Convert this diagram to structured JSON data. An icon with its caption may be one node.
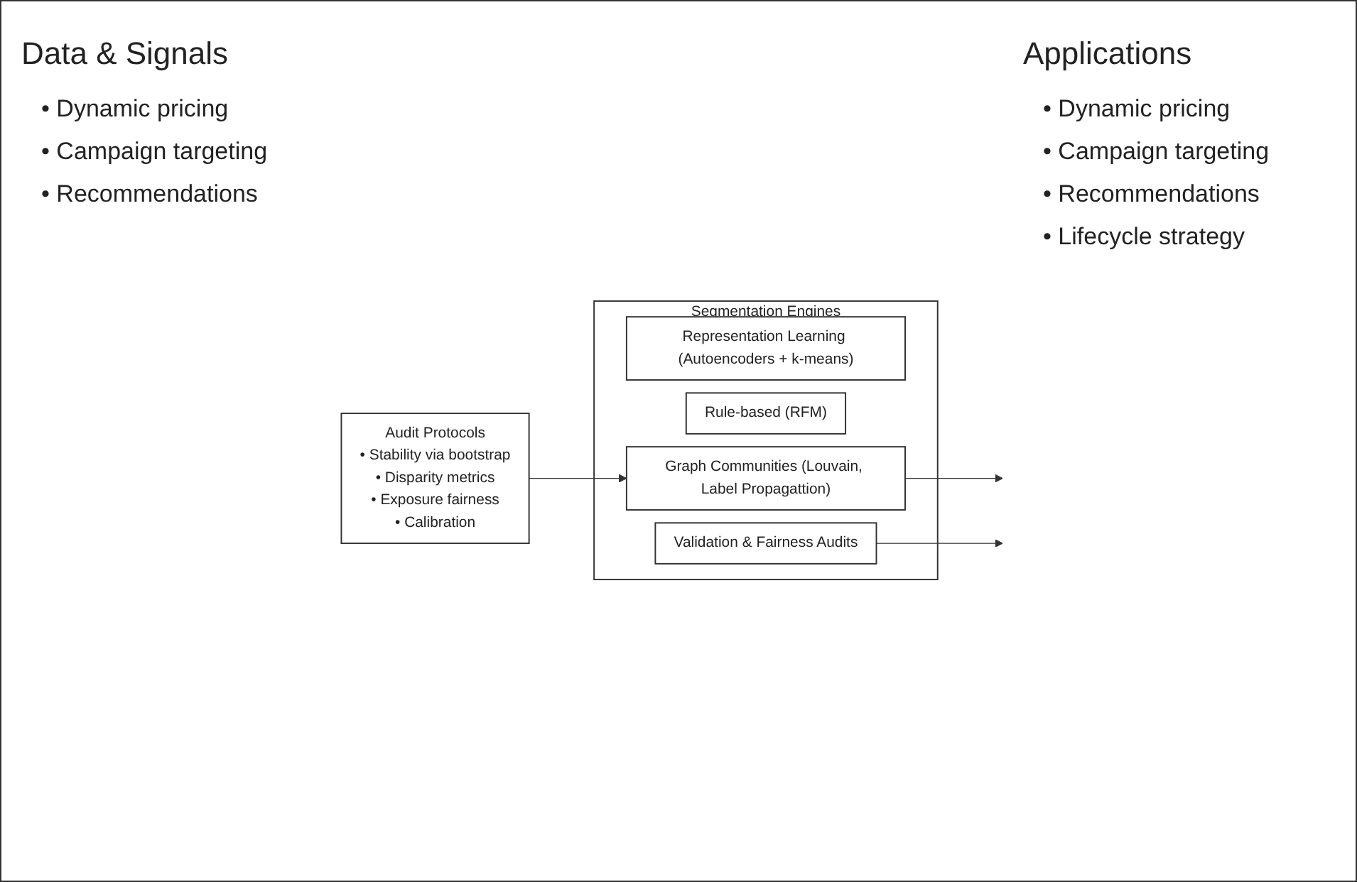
{
  "diagram": {
    "nodes": [
      {
        "text": [
          "Segmentation Engines"
        ]
      },
      {
        "text": [
          "Representation Learning (Autoencoders + k-means)"
        ],
        "in": 0
      },
      {
        "text": [
          "Rule-based (RFM)"
        ],
        "in": 0
      },
      {
        "text": [
          "Graph Communities (Louvain, Label Propagattion)"
        ],
        "in": 0
      },
      {
        "text": [
          "Validation & Fairness Audits"
        ],
        "in": 0
      },
      {
        "text": [
          "Audit Protocols",
          "• Stability via bootstrap",
          "• Disparity metrics",
          "• Exposure fairness",
          "• Calibration"
        ]
      }
    ],
    "edges": [
      {
        "from": 5,
        "to": 3,
        "arrow": "to"
      },
      {
        "from": 3,
        "to": null,
        "arrow": "to"
      },
      {
        "from": 4,
        "to": null,
        "arrow": "to"
      }
    ],
    "labels": [
      "Data & Signals",
      "• Dynamic pricing",
      "• Campaign targeting",
      "• Recommendations",
      "Applications",
      "• Dynamic pricing",
      "• Campaign targeting",
      "• Recommendations",
      "• Lifecycle strategy"
    ]
  }
}
